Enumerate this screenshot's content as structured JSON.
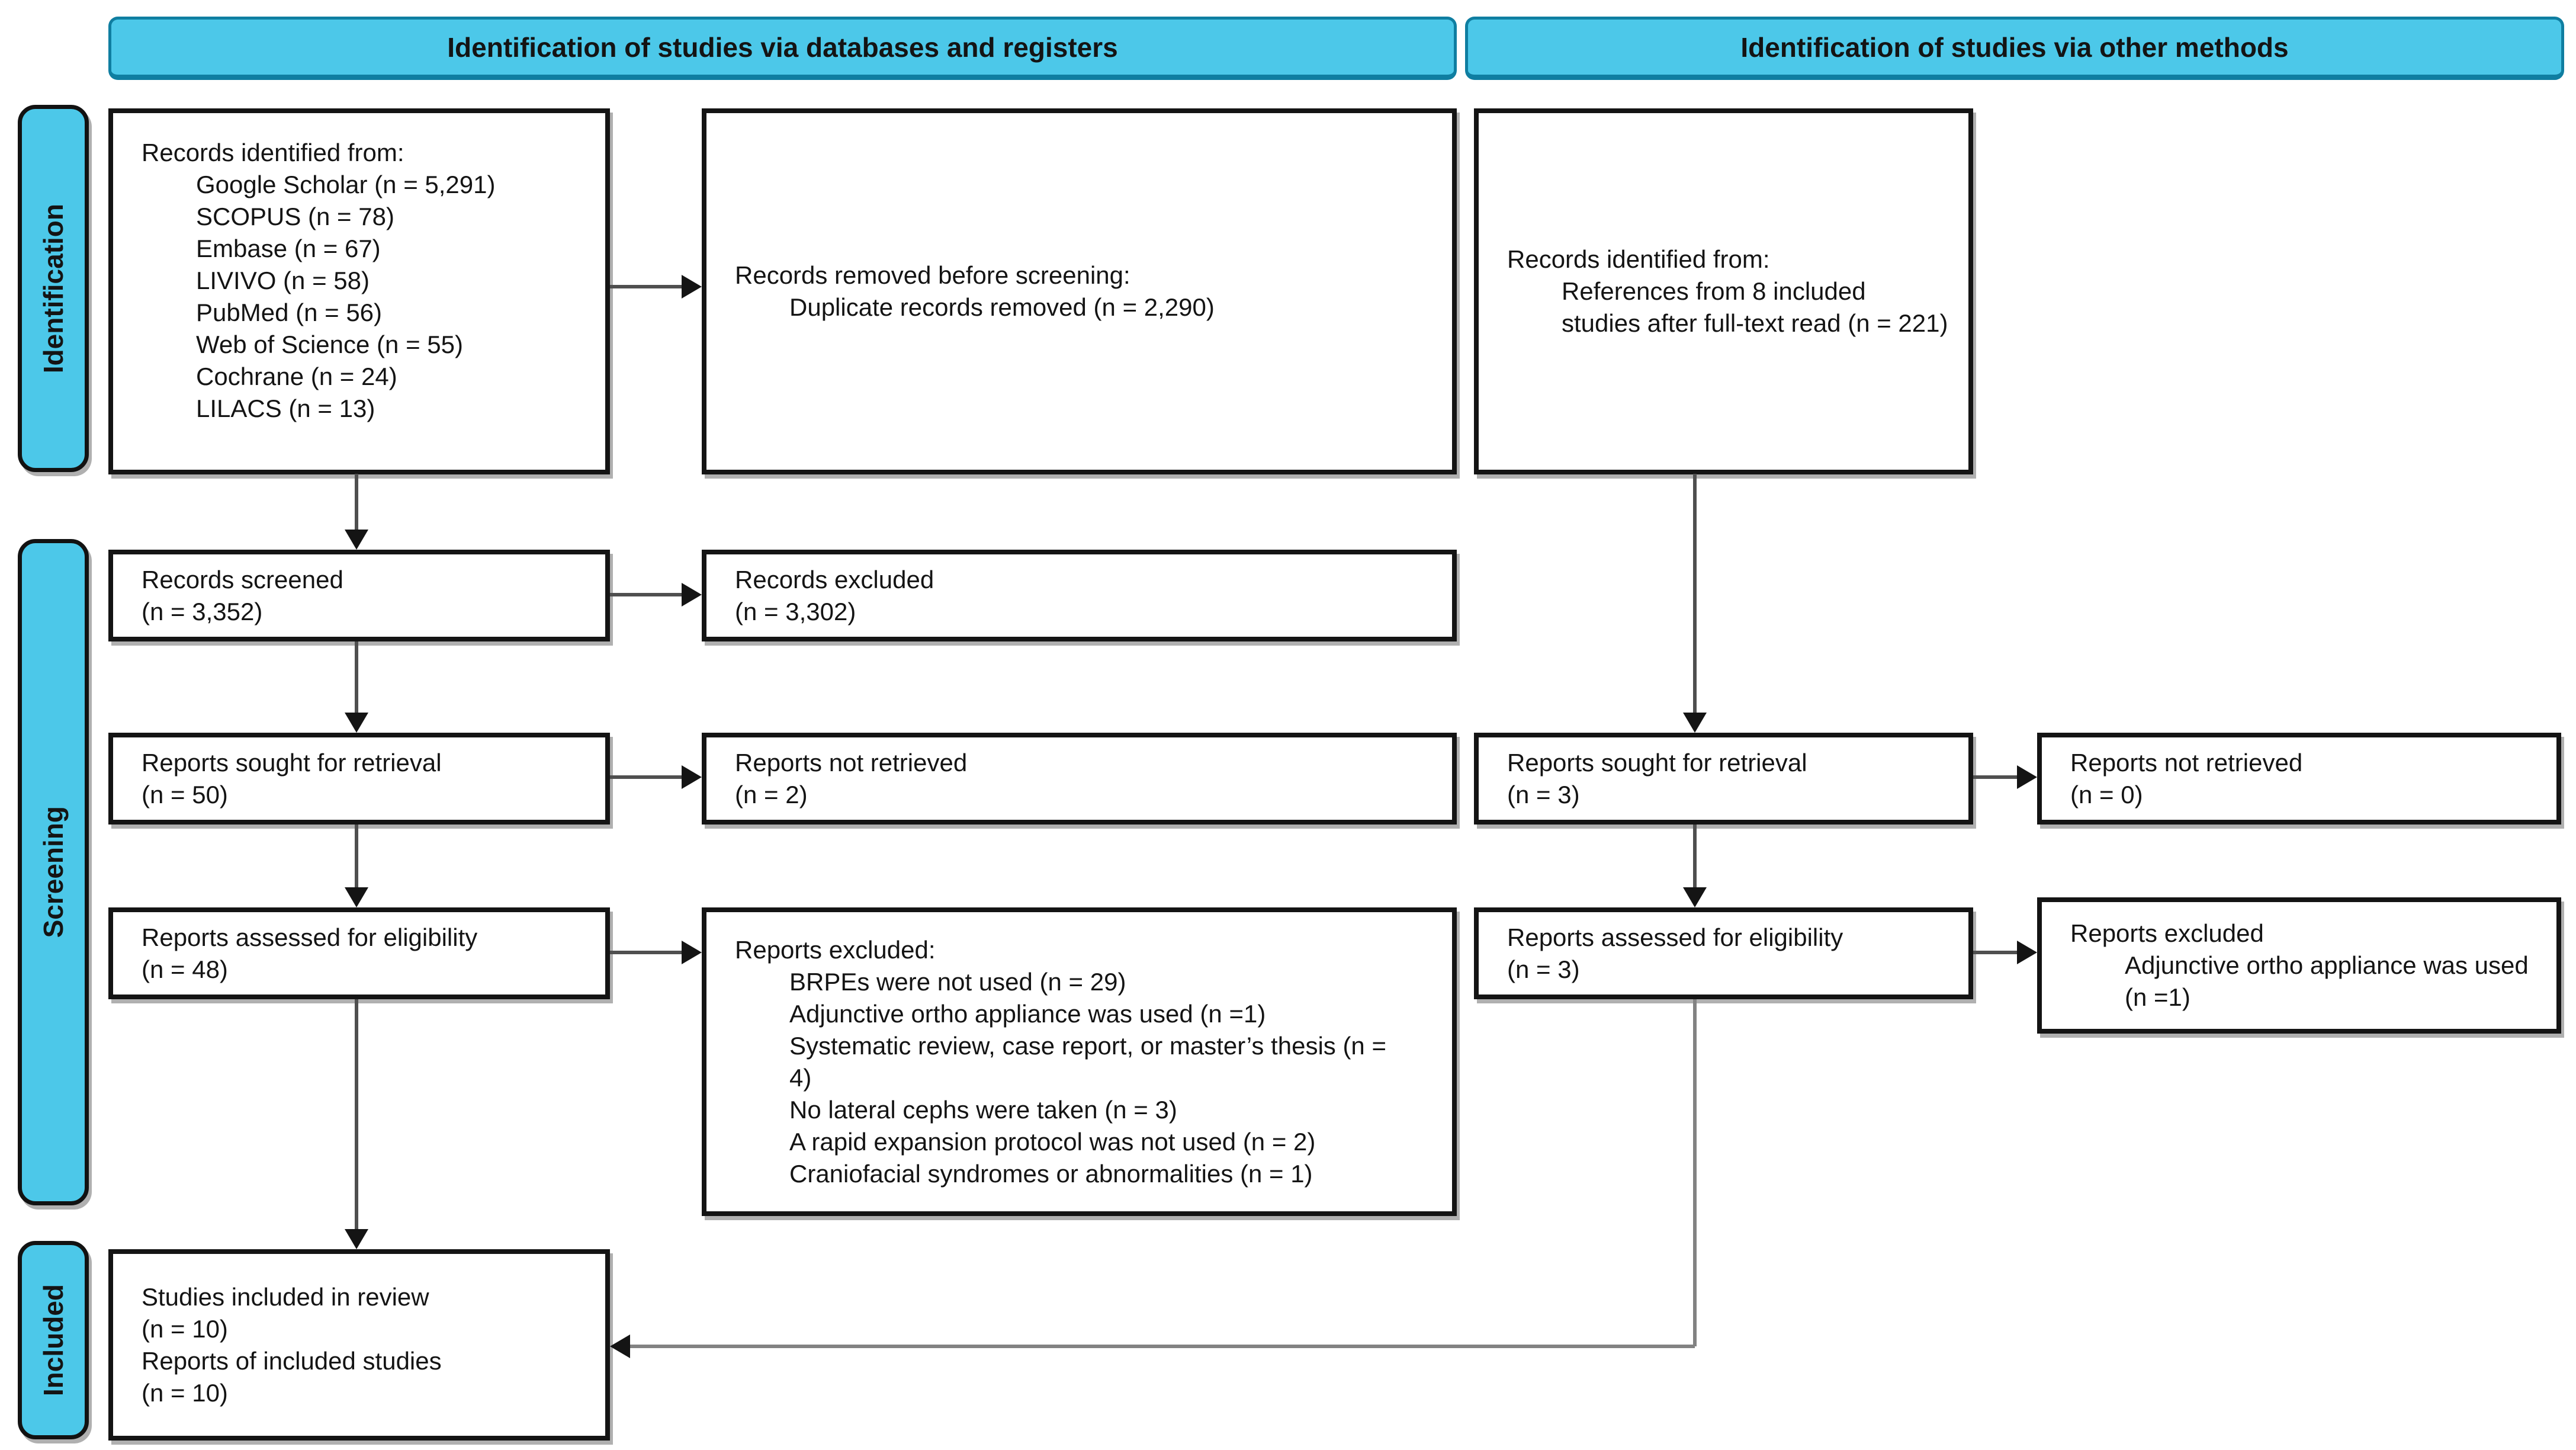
{
  "colors": {
    "band_fill": "#4cc8e9",
    "band_border": "#0f7ea1",
    "line": "#4f4f4f",
    "elbow": "#828282"
  },
  "headers": {
    "databases": "Identification of studies via databases and registers",
    "other": "Identification of studies via other methods"
  },
  "sidebar": {
    "identification": "Identification",
    "screening": "Screening",
    "included": "Included"
  },
  "boxes": {
    "db_identified": {
      "title": "Records identified from:",
      "items": [
        "Google Scholar (n = 5,291)",
        "SCOPUS (n = 78)",
        "Embase (n = 67)",
        "LIVIVO (n = 58)",
        "PubMed (n = 56)",
        "Web of Science (n = 55)",
        "Cochrane (n = 24)",
        "LILACS (n = 13)"
      ]
    },
    "removed": {
      "title": "Records removed before screening:",
      "items": [
        "Duplicate records removed (n = 2,290)"
      ]
    },
    "other_identified": {
      "title": "Records identified from:",
      "items": [
        "References from 8 included studies after full-text read (n = 221)"
      ]
    },
    "screened": {
      "lines": [
        "Records screened",
        "(n = 3,352)"
      ]
    },
    "records_excluded": {
      "lines": [
        "Records excluded",
        "(n = 3,302)"
      ]
    },
    "sought_db": {
      "lines": [
        "Reports sought for retrieval",
        "(n = 50)"
      ]
    },
    "not_retrieved_db": {
      "lines": [
        "Reports not retrieved",
        "(n = 2)"
      ]
    },
    "sought_other": {
      "lines": [
        "Reports sought for retrieval",
        "(n = 3)"
      ]
    },
    "not_retrieved_other": {
      "lines": [
        "Reports not retrieved",
        "(n = 0)"
      ]
    },
    "assessed_db": {
      "lines": [
        "Reports assessed for eligibility",
        "(n = 48)"
      ]
    },
    "reports_excluded_db": {
      "title": "Reports excluded:",
      "items": [
        "BRPEs were not used (n = 29)",
        "Adjunctive ortho appliance was used (n =1)",
        "Systematic review, case report, or master’s thesis (n = 4)",
        "No lateral cephs were taken (n = 3)",
        "A rapid expansion protocol was not used (n = 2)",
        "Craniofacial syndromes or abnormalities (n = 1)"
      ]
    },
    "assessed_other": {
      "lines": [
        "Reports assessed for eligibility",
        "(n = 3)"
      ]
    },
    "reports_excluded_other": {
      "title": "Reports excluded",
      "items": [
        "Adjunctive ortho appliance was used (n =1)"
      ]
    },
    "included": {
      "lines": [
        "Studies included in review",
        "(n = 10)",
        "Reports of included studies",
        "(n = 10)"
      ]
    }
  }
}
